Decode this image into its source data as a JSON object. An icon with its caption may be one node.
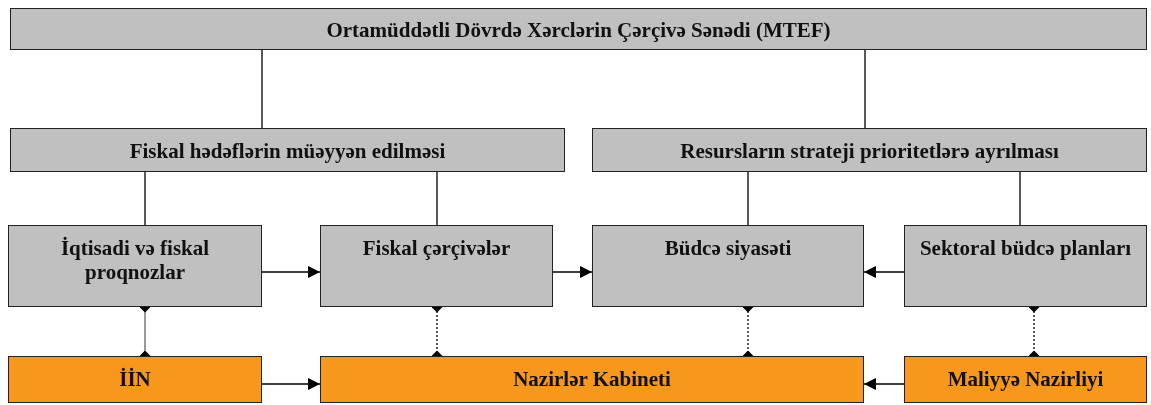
{
  "diagram": {
    "nodes": [
      {
        "text": [
          "Ortamüddətli Dövrdə Xərclərin Çərçivə Sənədi (MTEF)"
        ]
      },
      {
        "text": [
          "Fiskal hədəflərin müəyyən edilməsi"
        ]
      },
      {
        "text": [
          "Resursların strateji prioritetlərə ayrılması"
        ]
      },
      {
        "text": [
          "İqtisadi və fiskal proqnozlar"
        ]
      },
      {
        "text": [
          "Fiskal çərçivələr"
        ]
      },
      {
        "text": [
          "Büdcə siyasəti"
        ]
      },
      {
        "text": [
          "Sektoral büdcə planları"
        ]
      },
      {
        "text": [
          "İİN"
        ]
      },
      {
        "text": [
          "Nazirlər Kabineti"
        ]
      },
      {
        "text": [
          "Maliyyə Nazirliyi"
        ]
      }
    ],
    "edges": [
      {
        "from": 0,
        "to": 1,
        "arrow": "none"
      },
      {
        "from": 0,
        "to": 2,
        "arrow": "none"
      },
      {
        "from": 1,
        "to": 3,
        "arrow": "none"
      },
      {
        "from": 1,
        "to": 4,
        "arrow": "none"
      },
      {
        "from": 2,
        "to": 5,
        "arrow": "none"
      },
      {
        "from": 2,
        "to": 6,
        "arrow": "none"
      },
      {
        "from": 3,
        "to": 4,
        "arrow": "to"
      },
      {
        "from": 4,
        "to": 5,
        "arrow": "to"
      },
      {
        "from": 6,
        "to": 5,
        "arrow": "to"
      },
      {
        "from": 7,
        "to": 8,
        "arrow": "to"
      },
      {
        "from": 9,
        "to": 8,
        "arrow": "to"
      },
      {
        "from": 3,
        "to": 7,
        "arrow": "other"
      },
      {
        "from": 4,
        "to": 8,
        "arrow": "other",
        "style": "dashed"
      },
      {
        "from": 5,
        "to": 8,
        "arrow": "other",
        "style": "dashed"
      },
      {
        "from": 6,
        "to": 9,
        "arrow": "other",
        "style": "dashed"
      }
    ]
  }
}
